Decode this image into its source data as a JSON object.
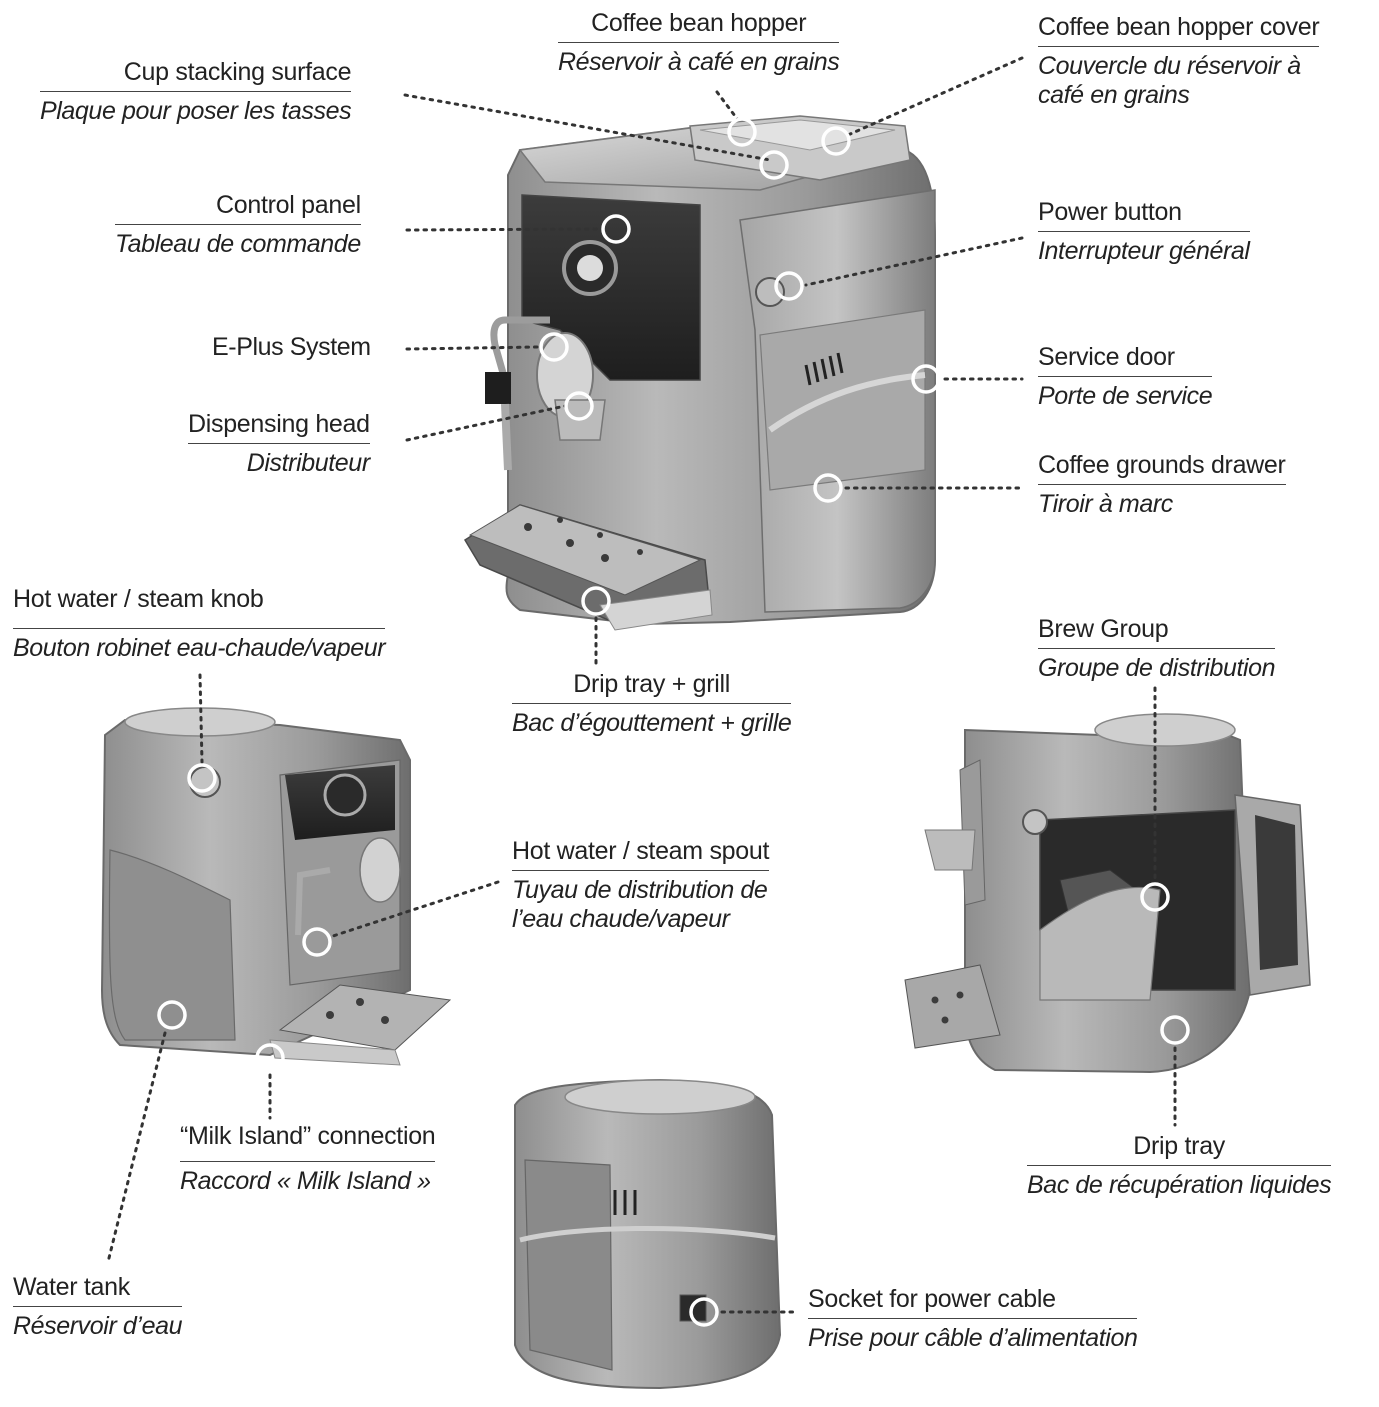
{
  "labels": {
    "cup_stacking": {
      "en": "Cup stacking surface",
      "fr": "Plaque pour poser les tasses"
    },
    "hopper": {
      "en": "Coffee bean hopper",
      "fr": "Réservoir à café en grains"
    },
    "hopper_cover": {
      "en": "Coffee bean hopper cover",
      "fr_line1": "Couvercle du réservoir à",
      "fr_line2": "café en grains"
    },
    "control_panel": {
      "en": "Control panel",
      "fr": "Tableau de commande"
    },
    "power_button": {
      "en": "Power button",
      "fr": "Interrupteur général"
    },
    "eplus": {
      "en": "E-Plus System"
    },
    "service_door": {
      "en": "Service door",
      "fr": "Porte de service"
    },
    "dispensing_head": {
      "en": "Dispensing head",
      "fr": "Distributeur"
    },
    "grounds_drawer": {
      "en": "Coffee grounds drawer",
      "fr": "Tiroir à marc"
    },
    "hot_water_knob": {
      "en": "Hot water / steam  knob",
      "fr": "Bouton robinet eau-chaude/vapeur"
    },
    "drip_tray_grill": {
      "en": "Drip tray + grill",
      "fr": "Bac d’égouttement + grille"
    },
    "brew_group": {
      "en": "Brew Group",
      "fr": "Groupe de distribution"
    },
    "steam_spout": {
      "en": "Hot water  / steam spout",
      "fr_line1": "Tuyau de distribution de",
      "fr_line2": "l’eau chaude/vapeur"
    },
    "milk_island": {
      "en": "“Milk Island” connection",
      "fr": "Raccord « Milk Island »"
    },
    "drip_tray": {
      "en": "Drip tray",
      "fr": "Bac de récupération liquides"
    },
    "water_tank": {
      "en": "Water tank",
      "fr": "Réservoir d’eau"
    },
    "power_socket": {
      "en": "Socket for power cable",
      "fr": "Prise pour câble d’alimentation"
    }
  }
}
